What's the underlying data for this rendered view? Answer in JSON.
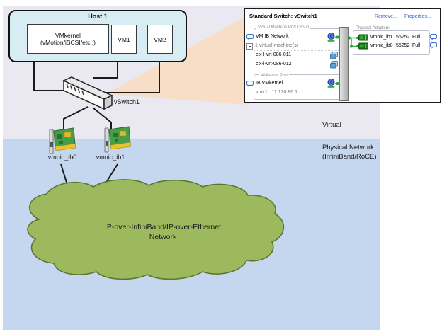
{
  "diagram": {
    "host": {
      "title": "Host 1",
      "vmkernel_line1": "VMkernel",
      "vmkernel_line2": "(vMotion/iSCSI/etc..)",
      "vm1": "VM1",
      "vm2": "VM2"
    },
    "vswitch_label": "vSwitch1",
    "nic0_label": "vmnic_ib0",
    "nic1_label": "vmnic_ib1",
    "zone_virtual": "Virtual",
    "zone_physical_line1": "Physical Network",
    "zone_physical_line2": "(InfiniBand/RoCE)",
    "cloud_line1": "IP-over-InfiniBand/IP-over-Ethernet",
    "cloud_line2": "Network"
  },
  "panel": {
    "title": "Standard Switch: vSwitch1",
    "links": {
      "remove": "Remove...",
      "properties": "Properties..."
    },
    "port_group": {
      "group_label": "Virtual Machine Port Group",
      "name": "VM IB Network",
      "vm_count": "1 virtual machine(s)",
      "vms": [
        {
          "name": "clx-l-vrt-086-011"
        },
        {
          "name": "clx-l-vrt-086-012"
        }
      ]
    },
    "vmkernel_port": {
      "group_label": "VMkernel Port",
      "name": "IB VMkernel",
      "address": "vmk1 : 11.130.86.1"
    },
    "physical": {
      "group_label": "Physical Adapters",
      "adapters": [
        {
          "name": "vmnic_ib1",
          "speed": "56252",
          "duplex": "Full"
        },
        {
          "name": "vmnic_ib0",
          "speed": "56252",
          "duplex": "Full"
        }
      ]
    }
  },
  "colors": {
    "band_virtual": "#eae8f1",
    "band_physical": "#c5d7ee",
    "spotlight_wedge": "#f8ddc7",
    "host_fill": "#d8edf3",
    "cloud_fill": "#9cba5d",
    "cloud_stroke": "#5e7430",
    "link_blue": "#2a5fc4",
    "connector_green": "#2db34a",
    "nic_board_green": "#44a048"
  }
}
